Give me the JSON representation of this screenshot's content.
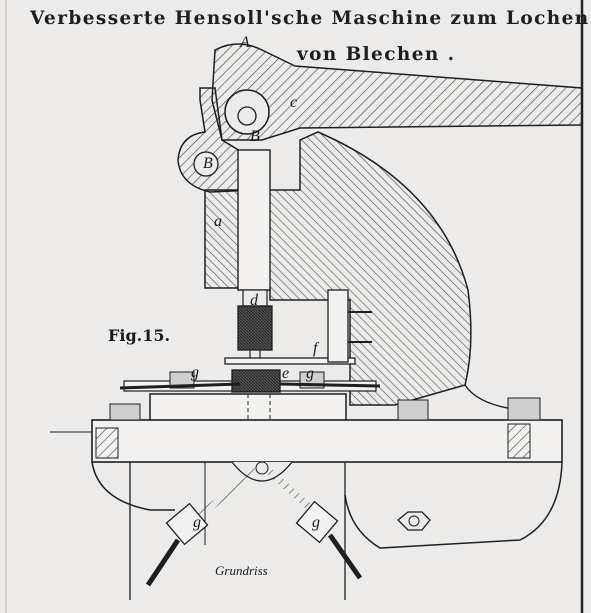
{
  "title_line1": "Verbesserte Hensoll'sche Maschine zum Lochen",
  "title_line2": "von Blechen .",
  "figure_label": "Fig.15.",
  "caption": "Grundriss",
  "part_labels": {
    "A": "A",
    "B1": "B",
    "B2": "B",
    "a": "a",
    "c": "c",
    "d": "d",
    "e": "e",
    "f": "f",
    "g1": "g",
    "g2": "g",
    "g3": "g",
    "g4": "g"
  },
  "colors": {
    "paper": "#ecebea",
    "ink": "#1e1e1e",
    "hatch": "#555555"
  }
}
